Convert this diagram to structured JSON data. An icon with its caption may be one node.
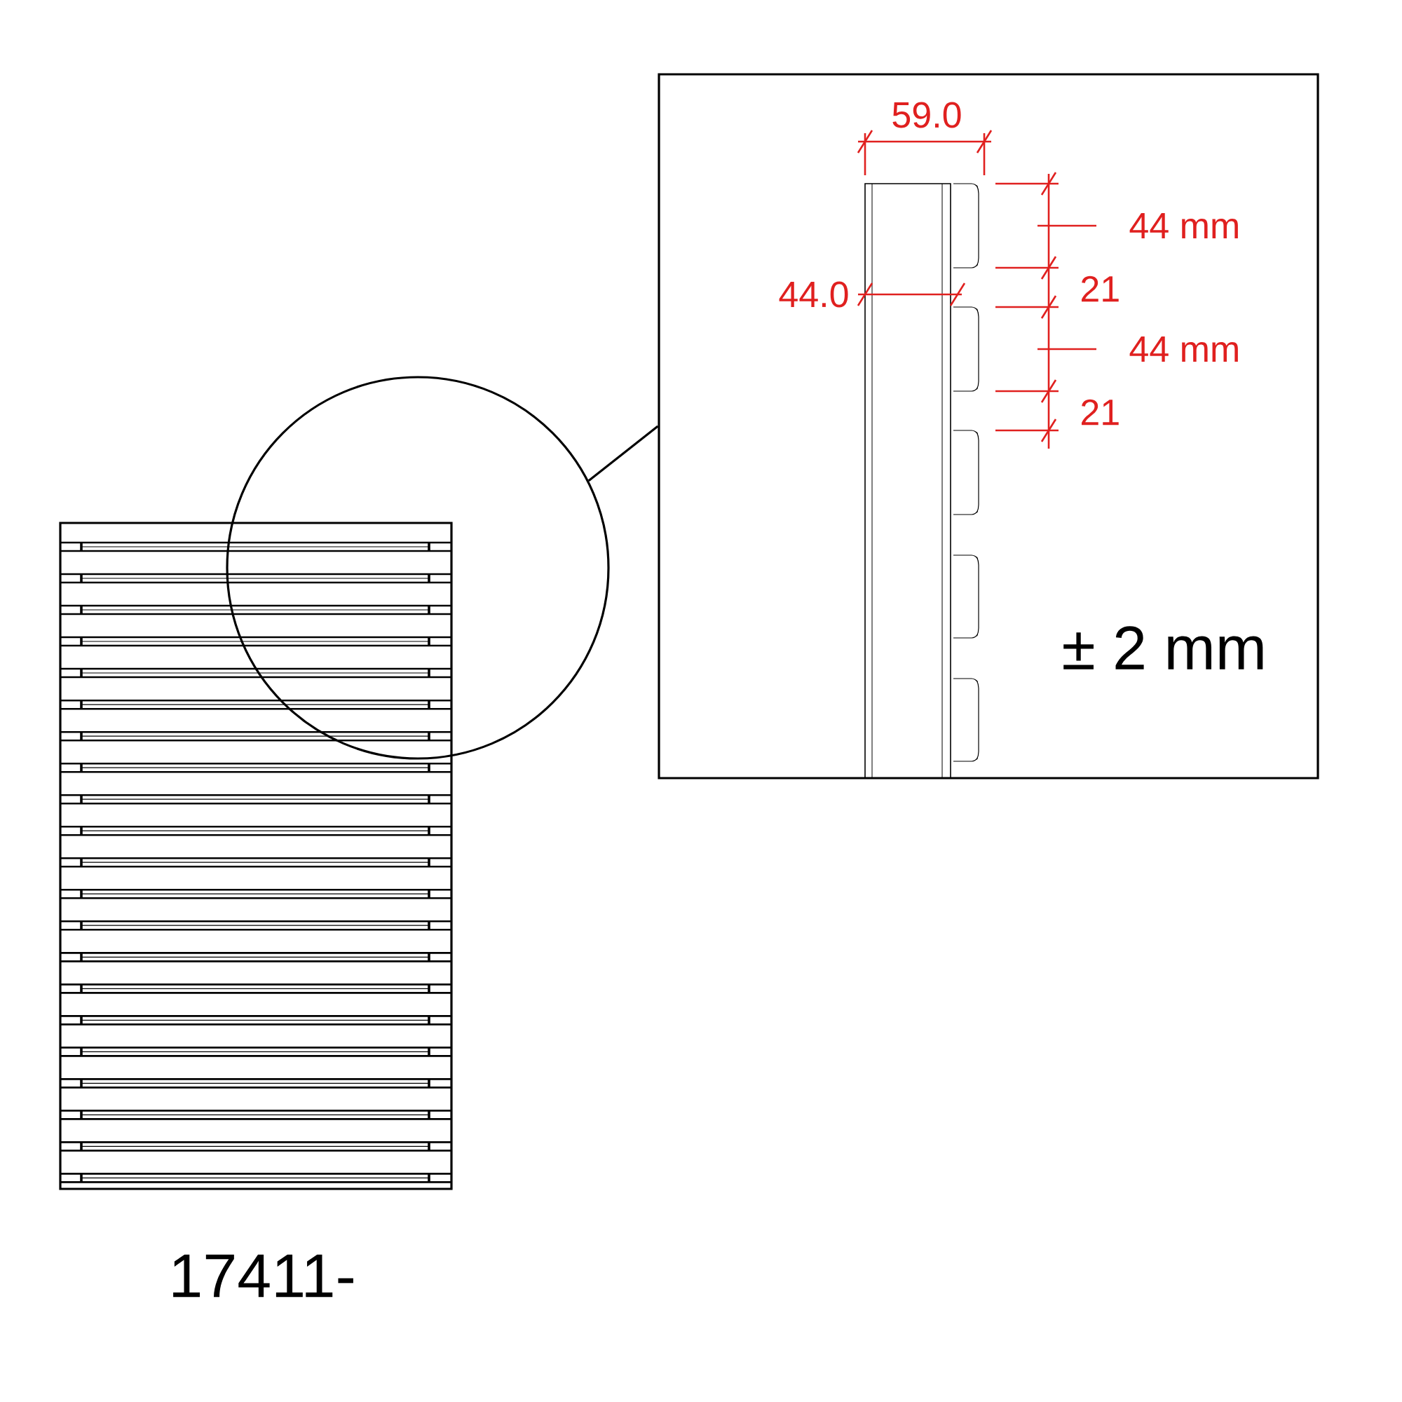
{
  "diagram": {
    "nodes": [
      {
        "text": [],
        "shape": "circle"
      },
      {
        "text": [],
        "shape": "box"
      }
    ],
    "edges": [
      {
        "from": 0,
        "to": 1,
        "arrow": "none"
      }
    ],
    "labels": [
      "59.0",
      "44 mm",
      "44.0",
      "21",
      "44 mm",
      "21",
      "± 2 mm",
      "17411-"
    ]
  }
}
